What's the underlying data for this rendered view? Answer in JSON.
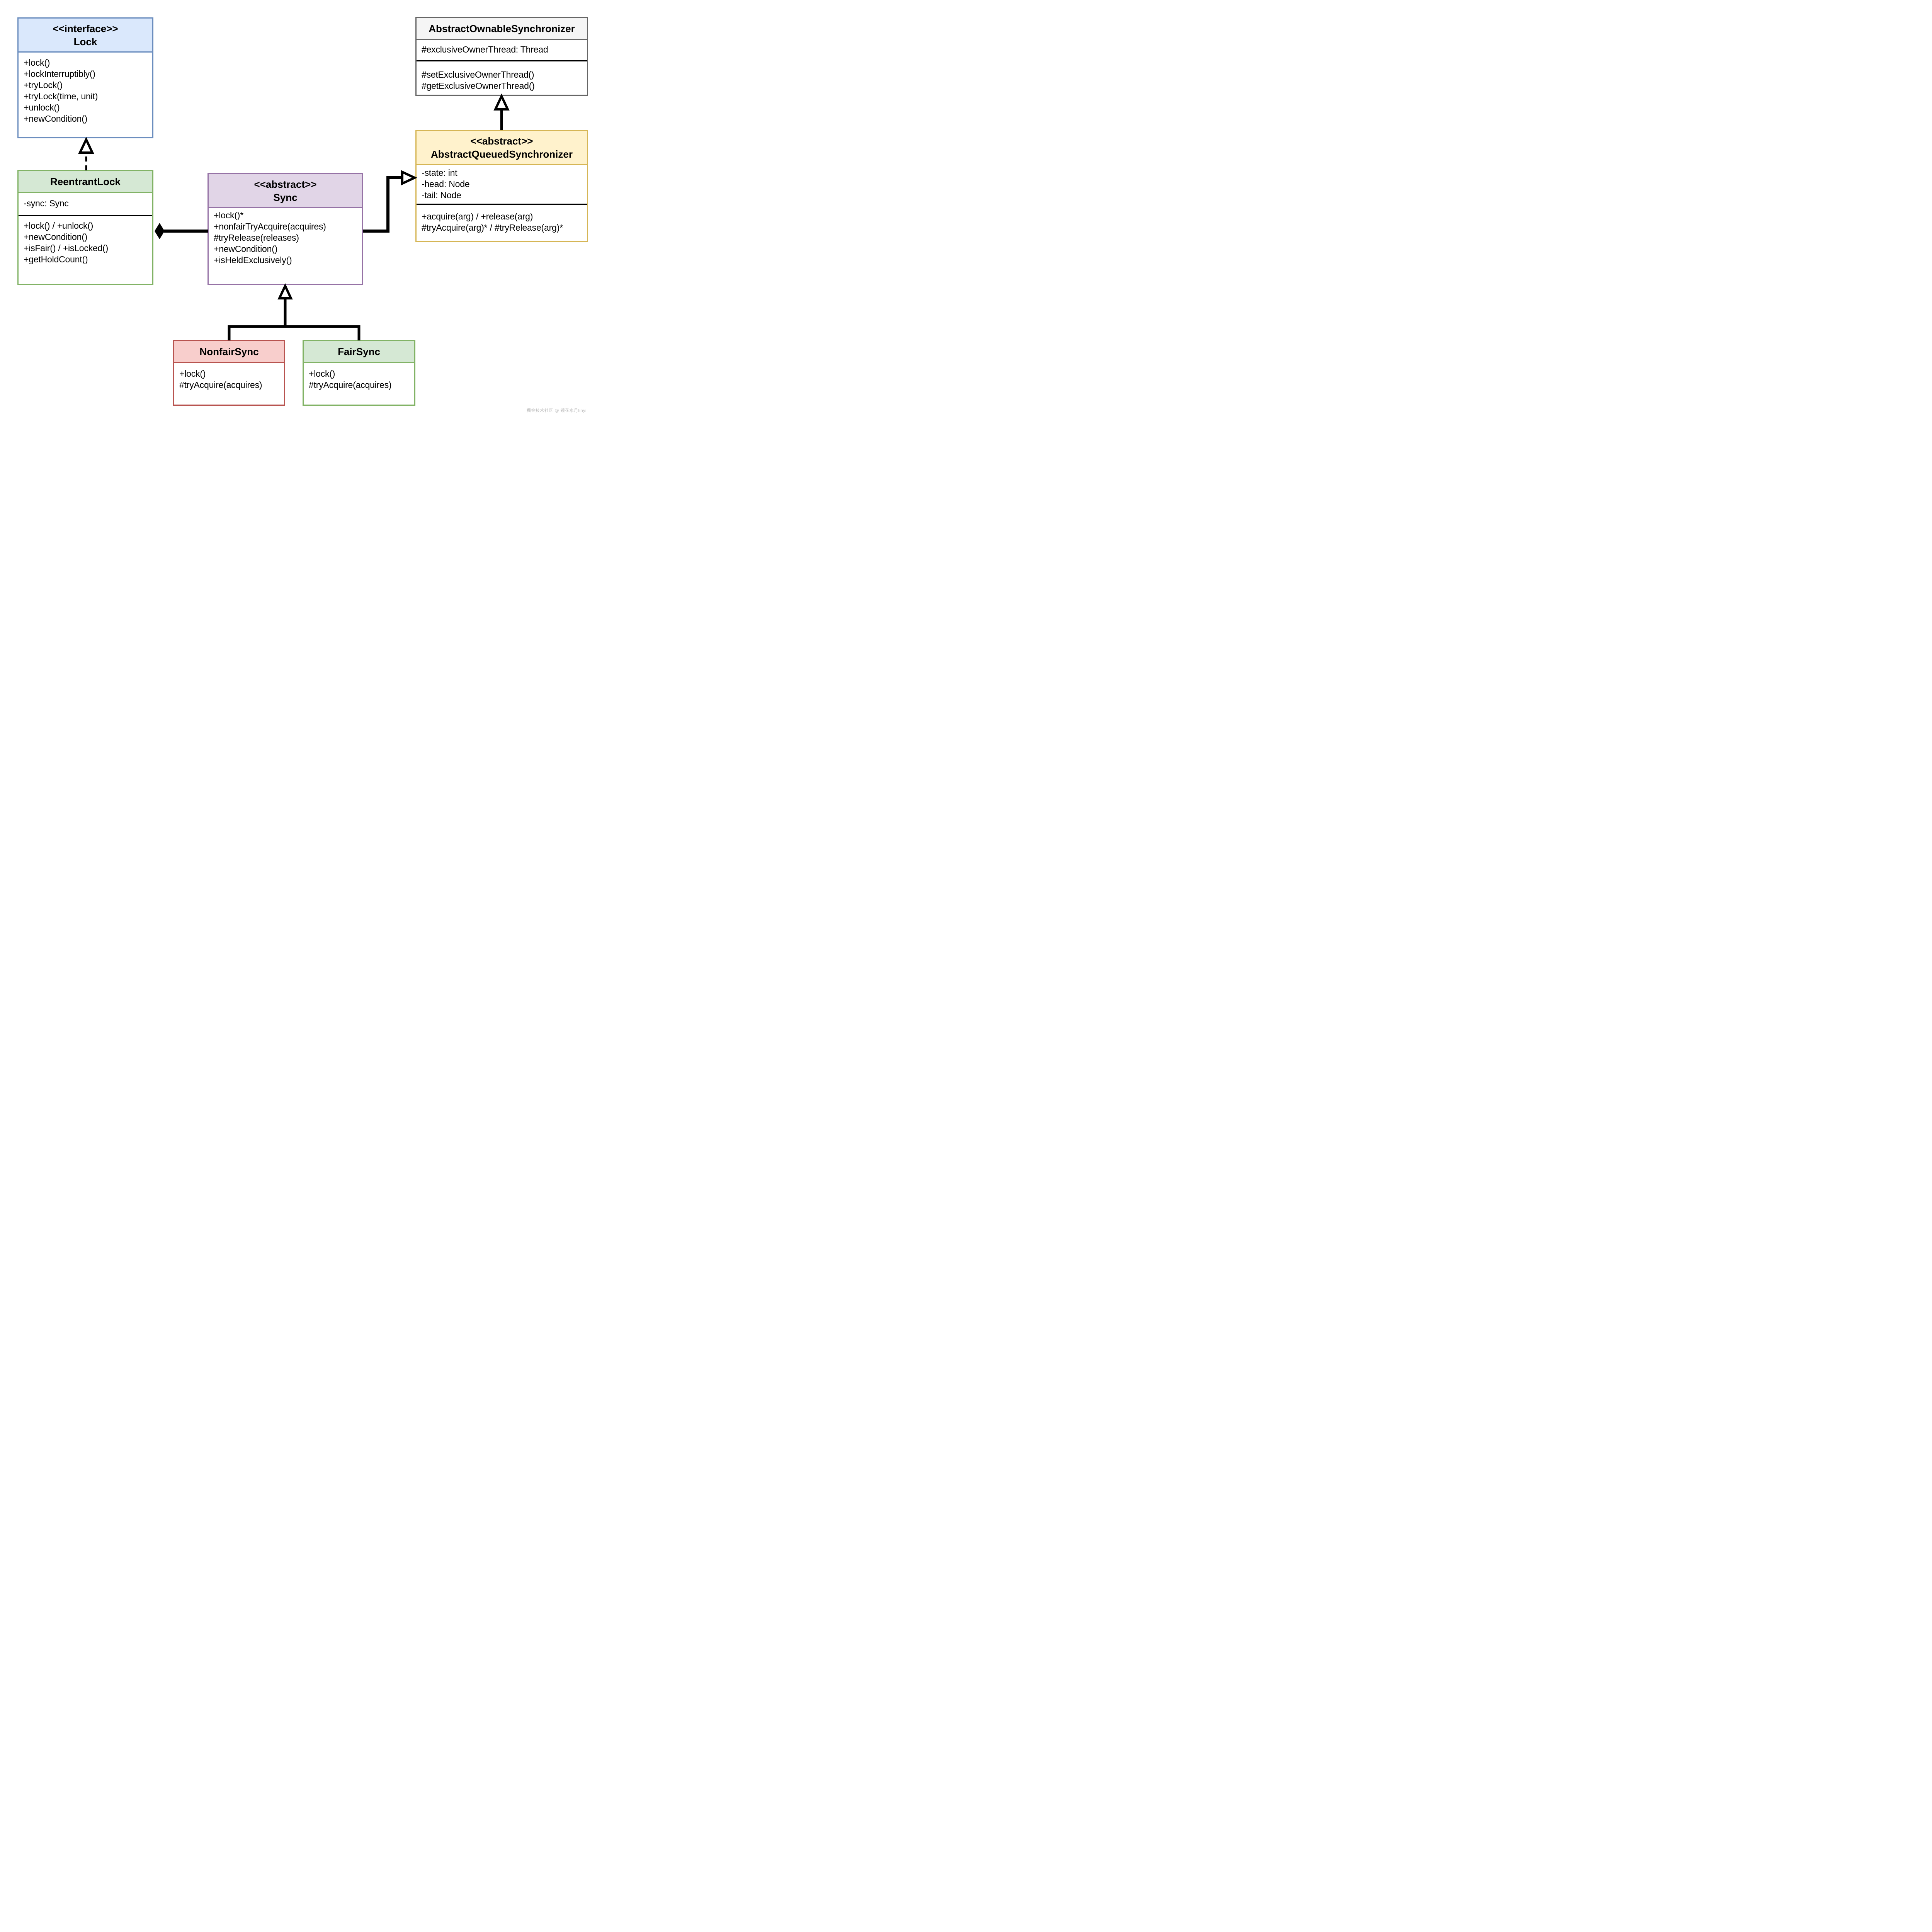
{
  "watermark": "掘金技术社区 @ 镜花水月linyi",
  "classes": {
    "lock": {
      "stereotype": "<<interface>>",
      "name": "Lock",
      "header_fill": "#dae8fc",
      "border_color": "#6c8ebf",
      "attributes": [],
      "methods": [
        "+lock()",
        "+lockInterruptibly()",
        "+tryLock()",
        "+tryLock(time, unit)",
        "+unlock()",
        "+newCondition()"
      ]
    },
    "aos": {
      "stereotype": "",
      "name": "AbstractOwnableSynchronizer",
      "header_fill": "#f5f5f5",
      "border_color": "#666666",
      "attributes": [
        "#exclusiveOwnerThread: Thread"
      ],
      "methods": [
        "#setExclusiveOwnerThread()",
        "#getExclusiveOwnerThread()"
      ]
    },
    "reentrantlock": {
      "stereotype": "",
      "name": "ReentrantLock",
      "header_fill": "#d5e8d4",
      "border_color": "#82b366",
      "attributes": [
        "-sync: Sync"
      ],
      "methods": [
        "+lock() / +unlock()",
        "+newCondition()",
        "+isFair() / +isLocked()",
        "+getHoldCount()"
      ]
    },
    "sync": {
      "stereotype": "<<abstract>>",
      "name": "Sync",
      "header_fill": "#e1d5e7",
      "border_color": "#9673a6",
      "attributes": [],
      "methods": [
        "+lock()*",
        "+nonfairTryAcquire(acquires)",
        "#tryRelease(releases)",
        "+newCondition()",
        "+isHeldExclusively()"
      ]
    },
    "aqs": {
      "stereotype": "<<abstract>>",
      "name": "AbstractQueuedSynchronizer",
      "header_fill": "#fff2cc",
      "border_color": "#d6b656",
      "attributes": [
        "-state: int",
        "-head: Node",
        "-tail: Node"
      ],
      "methods": [
        "+acquire(arg) / +release(arg)",
        "#tryAcquire(arg)* / #tryRelease(arg)*"
      ]
    },
    "nonfairsync": {
      "stereotype": "",
      "name": "NonfairSync",
      "header_fill": "#f8cecc",
      "border_color": "#b85450",
      "attributes": [],
      "methods": [
        "+lock()",
        "#tryAcquire(acquires)"
      ]
    },
    "fairsync": {
      "stereotype": "",
      "name": "FairSync",
      "header_fill": "#d5e8d4",
      "border_color": "#82b366",
      "attributes": [],
      "methods": [
        "+lock()",
        "#tryAcquire(acquires)"
      ]
    }
  },
  "relations": [
    {
      "type": "realization",
      "from": "ReentrantLock",
      "to": "Lock",
      "line": "dashed",
      "arrow": "hollow-triangle"
    },
    {
      "type": "generalization",
      "from": "AbstractQueuedSynchronizer",
      "to": "AbstractOwnableSynchronizer",
      "line": "solid",
      "arrow": "hollow-triangle"
    },
    {
      "type": "composition",
      "from": "ReentrantLock",
      "to": "Sync",
      "line": "solid",
      "arrow": "filled-diamond"
    },
    {
      "type": "generalization",
      "from": "Sync",
      "to": "AbstractQueuedSynchronizer",
      "line": "solid",
      "arrow": "hollow-triangle"
    },
    {
      "type": "generalization",
      "from": "NonfairSync",
      "to": "Sync",
      "line": "solid",
      "arrow": "hollow-triangle"
    },
    {
      "type": "generalization",
      "from": "FairSync",
      "to": "Sync",
      "line": "solid",
      "arrow": "hollow-triangle"
    }
  ]
}
